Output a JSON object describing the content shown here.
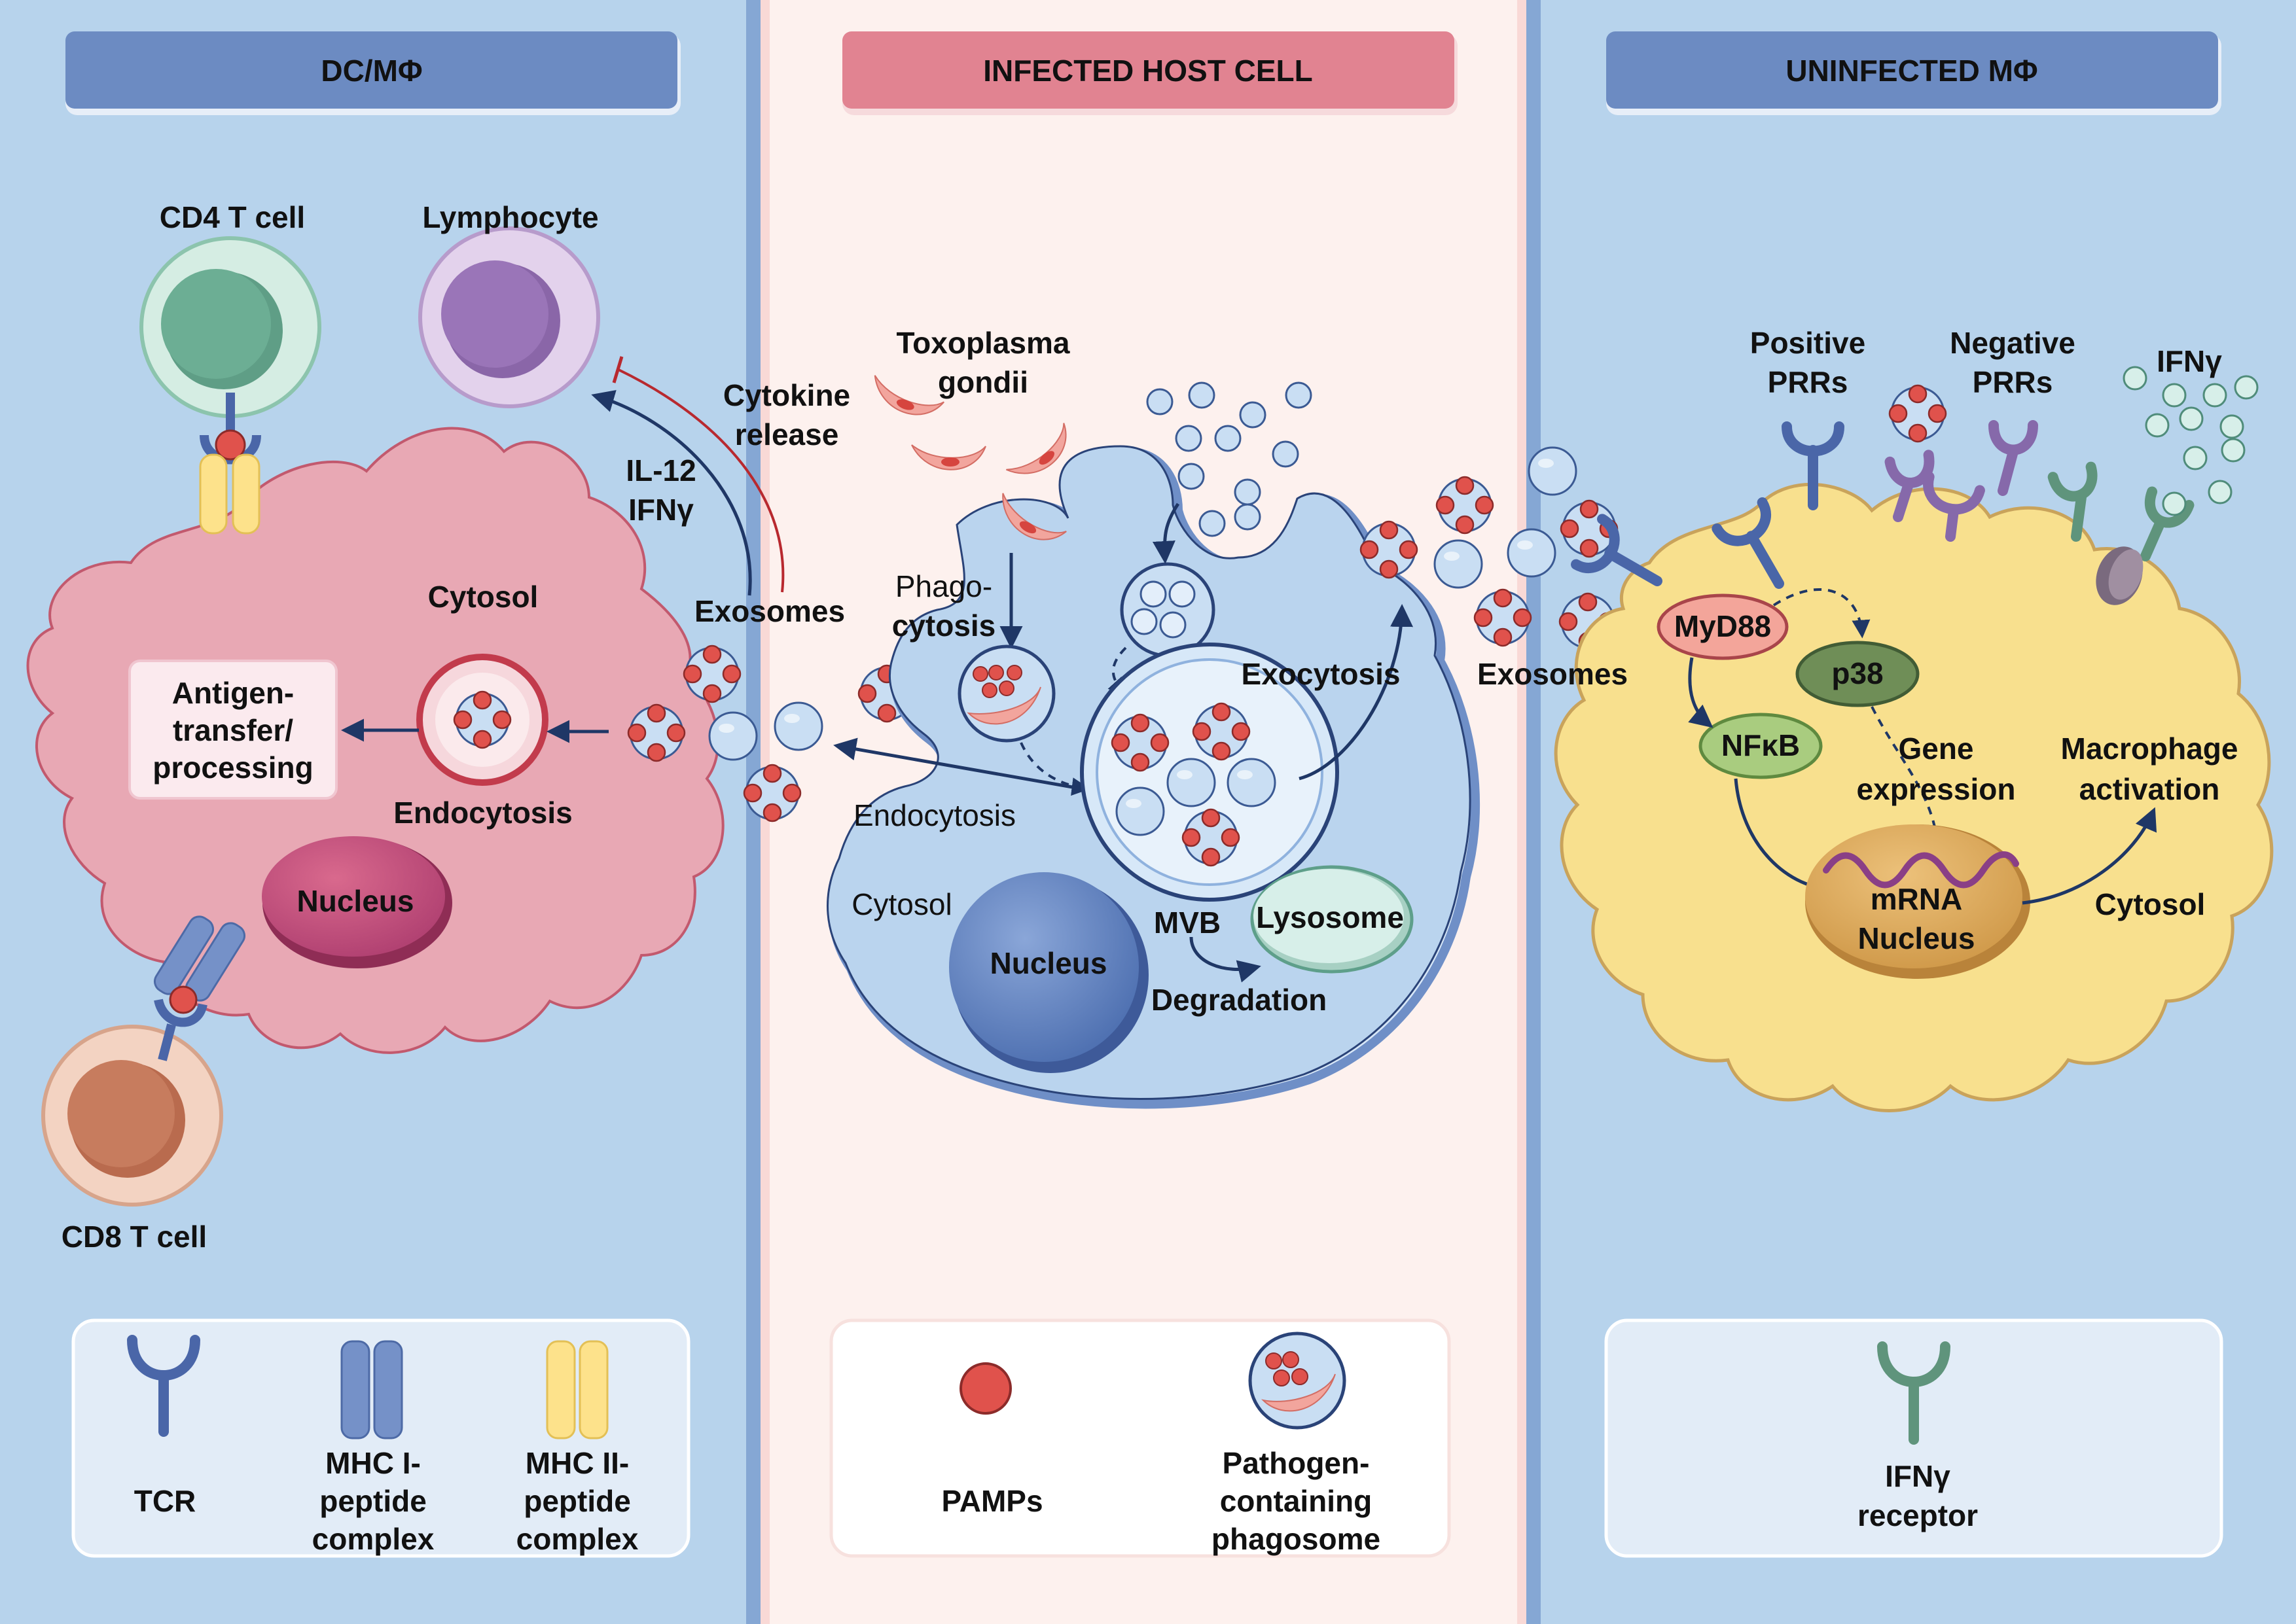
{
  "panels": {
    "left": {
      "title": "DC/MΦ",
      "color": "#b7d3ec",
      "header_color": "#6c8bc2"
    },
    "middle": {
      "title": "INFECTED HOST CELL",
      "color": "#fdf1ee",
      "header_color": "#e18391"
    },
    "right": {
      "title": "UNINFECTED MΦ",
      "color": "#b7d3ec",
      "header_color": "#6c8bc2"
    }
  },
  "left": {
    "cd4": "CD4 T cell",
    "lymphocyte": "Lymphocyte",
    "cd8": "CD8 T cell",
    "cytosol": "Cytosol",
    "antigen": [
      "Antigen-",
      "transfer/",
      "processing"
    ],
    "endocytosis": "Endocytosis",
    "nucleus": "Nucleus",
    "il12": [
      "IL-12",
      "IFNγ"
    ],
    "cytokine": [
      "Cytokine",
      "release"
    ],
    "exosomes": "Exosomes"
  },
  "middle": {
    "toxoplasma": [
      "Toxoplasma",
      "gondii"
    ],
    "phago": [
      "Phago-",
      "cytosis"
    ],
    "exocytosis": "Exocytosis",
    "endocytosis": "Endocytosis",
    "cytosol": "Cytosol",
    "nucleus": "Nucleus",
    "mvb": "MVB",
    "lysosome": "Lysosome",
    "degradation": "Degradation"
  },
  "right": {
    "positive": [
      "Positive",
      "PRRs"
    ],
    "negative": [
      "Negative",
      "PRRs"
    ],
    "ifng": "IFNγ",
    "exosomes": "Exosomes",
    "myd88": "MyD88",
    "p38": "p38",
    "nfkb": "NFκB",
    "gene": [
      "Gene",
      "expression"
    ],
    "macrophage": [
      "Macrophage",
      "activation"
    ],
    "mrna": "mRNA",
    "nucleus": "Nucleus",
    "cytosol": "Cytosol"
  },
  "legend": {
    "tcr": "TCR",
    "mhc1": [
      "MHC I-",
      "peptide",
      "complex"
    ],
    "mhc2": [
      "MHC II-",
      "peptide",
      "complex"
    ],
    "pamps": "PAMPs",
    "phagosome": [
      "Pathogen-",
      "containing",
      "phagosome"
    ],
    "ifngr": [
      "IFNγ",
      "receptor"
    ]
  },
  "colors": {
    "pamp": "#e0524c",
    "exosome": "#c9def3",
    "arrow": "#1f3766",
    "inhibit": "#b8292f"
  }
}
